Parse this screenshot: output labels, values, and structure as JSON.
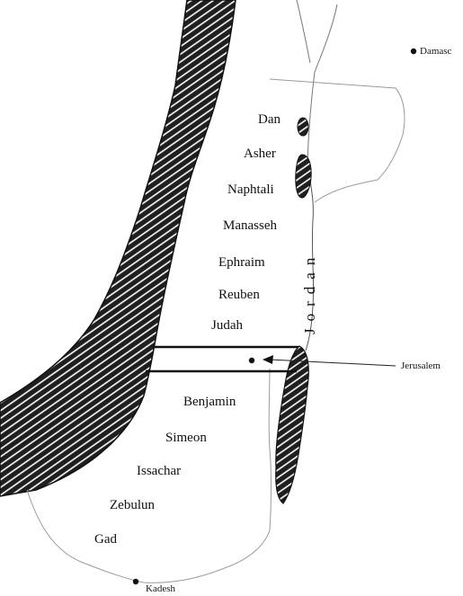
{
  "map": {
    "tribes": [
      "Dan",
      "Asher",
      "Naphtali",
      "Manasseh",
      "Ephraim",
      "Reuben",
      "Judah",
      "Benjamin",
      "Simeon",
      "Issachar",
      "Zebulun",
      "Gad"
    ],
    "river": "Jordan",
    "cities": {
      "damascus": "Damasc",
      "jerusalem": "Jerusalem",
      "kadesh": "Kadesh"
    },
    "colors": {
      "ink": "#111111",
      "sea_hatch": "#2a2a2a",
      "border_line": "#9a9a9a"
    }
  }
}
